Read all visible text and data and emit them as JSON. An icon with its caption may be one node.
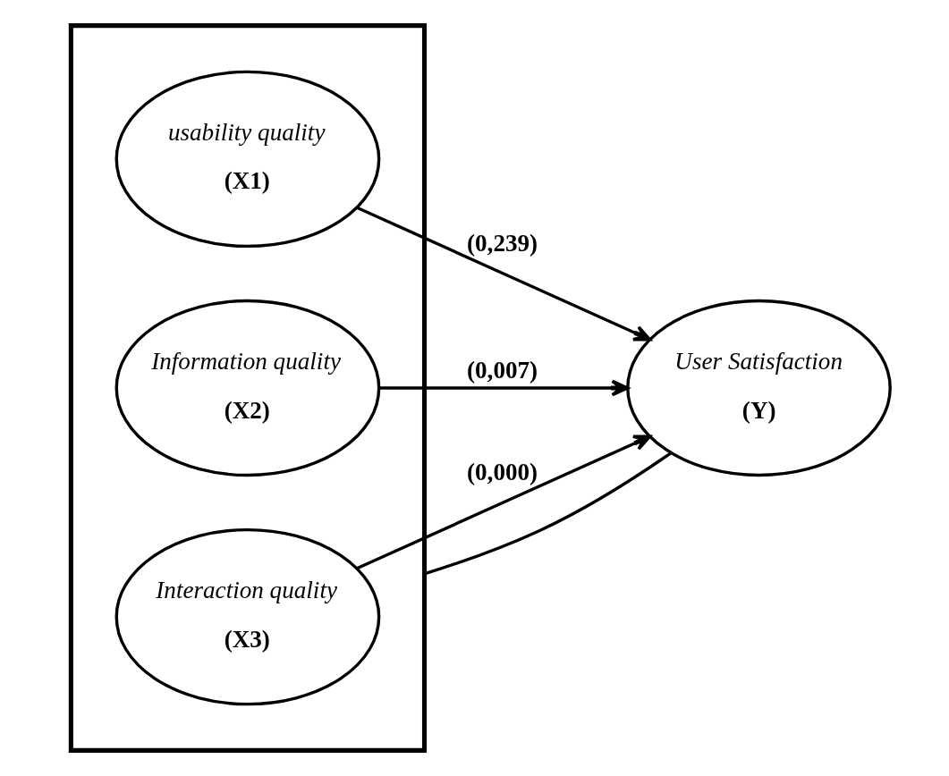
{
  "diagram": {
    "nodes": [
      {
        "text": [],
        "shape": "box"
      },
      {
        "text": [
          "usability quality",
          "(X1)"
        ],
        "in": 0
      },
      {
        "text": [
          "Information quality",
          "(X2)"
        ],
        "in": 0
      },
      {
        "text": [
          "Interaction quality",
          "(X3)"
        ],
        "in": 0
      },
      {
        "text": [
          "User Satisfaction",
          "(Y)"
        ]
      }
    ],
    "edges": [
      {
        "from": 1,
        "to": 4,
        "arrow": "to",
        "label": "(0,239)"
      },
      {
        "from": 2,
        "to": 4,
        "arrow": "to",
        "label": "(0,007)"
      },
      {
        "from": 3,
        "to": 4,
        "arrow": "to",
        "label": "(0,000)"
      },
      {
        "from": 4,
        "to": 0,
        "arrow": "none"
      }
    ]
  }
}
